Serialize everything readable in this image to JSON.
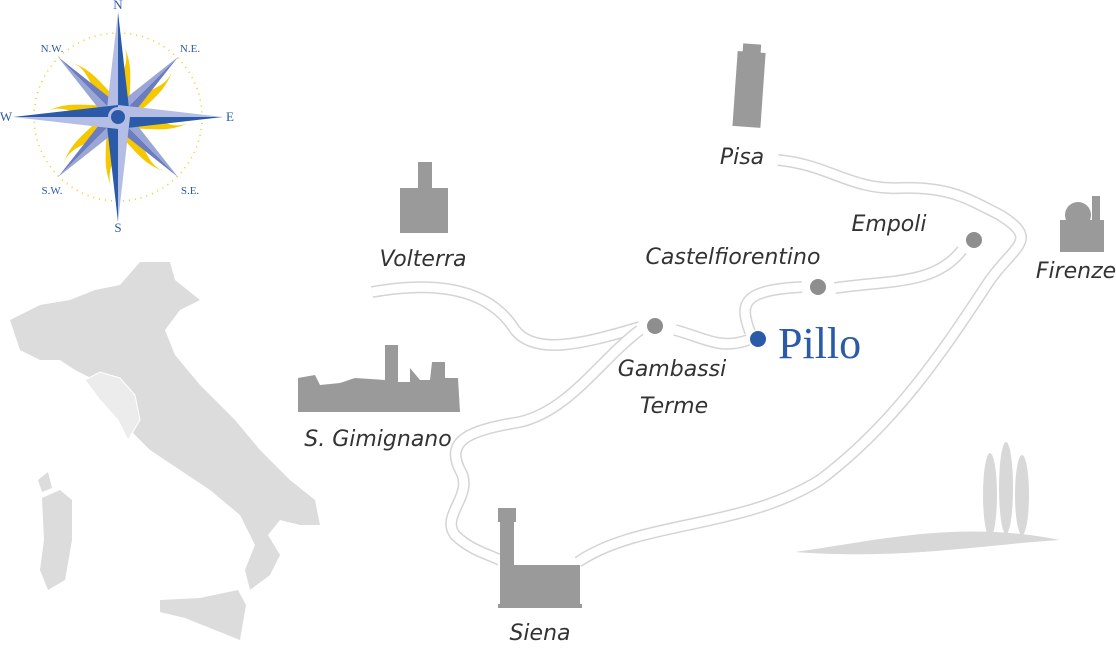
{
  "compass": {
    "n": "N",
    "s": "S",
    "e": "E",
    "w": "W",
    "ne": "N.E.",
    "nw": "N.W.",
    "se": "S.E.",
    "sw": "S.W."
  },
  "places": {
    "pisa": "Pisa",
    "empoli": "Empoli",
    "firenze": "Firenze",
    "castelfiorentino": "Castelfiorentino",
    "volterra": "Volterra",
    "gambassi_1": "Gambassi",
    "gambassi_2": "Terme",
    "pillo": "Pillo",
    "san_gimignano": "S. Gimignano",
    "siena": "Siena"
  },
  "colors": {
    "accent": "#2a5aa8",
    "town_dot": "#8e8e8e",
    "road": "#d4d4d4",
    "italy": "#dcdcdc",
    "tuscany": "#ececec",
    "sun": "#f5c800"
  }
}
